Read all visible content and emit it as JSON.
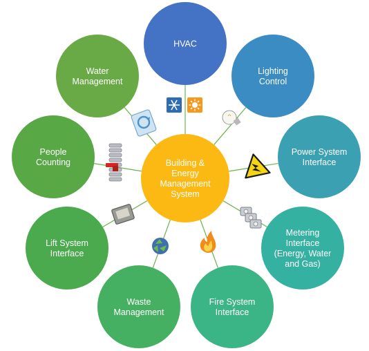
{
  "center": {
    "lines": [
      "Building &",
      "Energy",
      "Management",
      "System"
    ],
    "color": "#FDB913"
  },
  "nodes": [
    {
      "id": "hvac",
      "lines": [
        "HVAC"
      ],
      "color": "#4472C4"
    },
    {
      "id": "lighting",
      "lines": [
        "Lighting",
        "Control"
      ],
      "color": "#3A8CC3"
    },
    {
      "id": "power",
      "lines": [
        "Power System",
        "Interface"
      ],
      "color": "#3AA0B2"
    },
    {
      "id": "metering",
      "lines": [
        "Metering",
        "Interface",
        "(Energy, Water",
        "and Gas)"
      ],
      "color": "#35B1A2"
    },
    {
      "id": "fire",
      "lines": [
        "Fire System",
        "Interface"
      ],
      "color": "#3CB586"
    },
    {
      "id": "waste",
      "lines": [
        "Waste",
        "Management"
      ],
      "color": "#46B062"
    },
    {
      "id": "lift",
      "lines": [
        "Lift System",
        "Interface"
      ],
      "color": "#4BAA4D"
    },
    {
      "id": "people",
      "lines": [
        "People",
        "Counting"
      ],
      "color": "#58A846"
    },
    {
      "id": "water",
      "lines": [
        "Water",
        "Management"
      ],
      "color": "#6AAA46"
    }
  ],
  "icons": [
    {
      "id": "hvac",
      "name": "snowflake-sun-icon"
    },
    {
      "id": "lighting",
      "name": "light-bulb-icon"
    },
    {
      "id": "power",
      "name": "high-voltage-warning-icon"
    },
    {
      "id": "metering",
      "name": "meters-icon"
    },
    {
      "id": "fire",
      "name": "fire-icon"
    },
    {
      "id": "waste",
      "name": "recycle-icon"
    },
    {
      "id": "lift",
      "name": "elevator-icon"
    },
    {
      "id": "people",
      "name": "turnstile-icon"
    },
    {
      "id": "water",
      "name": "water-icon"
    }
  ],
  "connector_color": "#6AB34A"
}
